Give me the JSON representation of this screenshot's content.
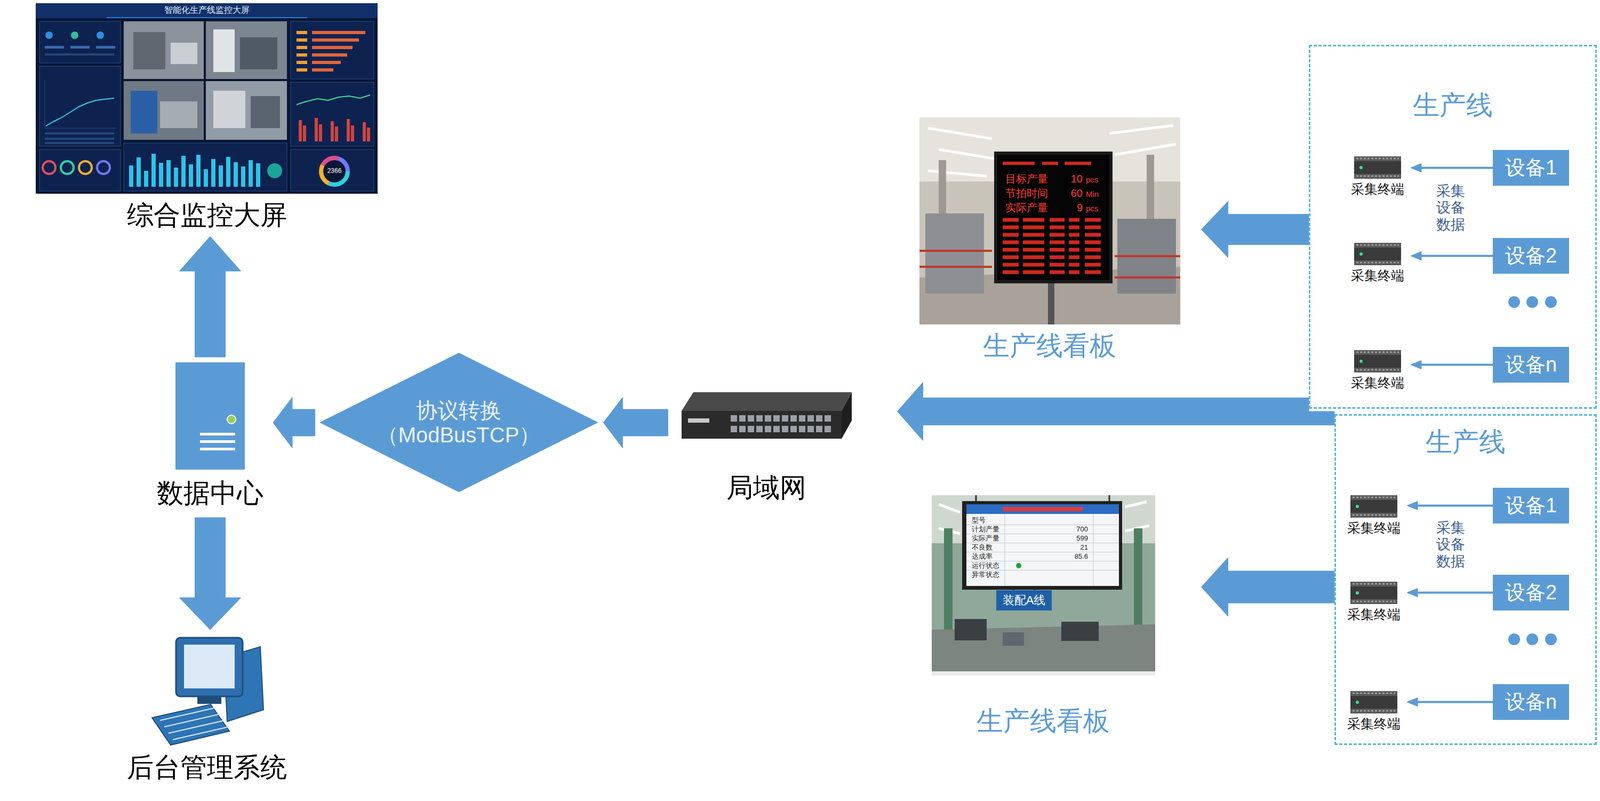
{
  "diagram": {
    "nodes": [
      {
        "text": [
          "综合监控大屏"
        ]
      },
      {
        "text": [
          "数据中心"
        ]
      },
      {
        "text": [
          "后台管理系统"
        ]
      },
      {
        "text": [
          "协议转换 （ModBusTCP）"
        ]
      },
      {
        "text": [
          "局域网"
        ]
      },
      {
        "text": [
          "生产线看板"
        ]
      },
      {
        "text": [
          "生产线看板"
        ]
      },
      {
        "text": [
          "生产线"
        ]
      },
      {
        "text": [
          "采集终端"
        ],
        "in": 7
      },
      {
        "text": [
          "设备1"
        ],
        "in": 7
      },
      {
        "text": [
          "采集终端"
        ],
        "in": 7
      },
      {
        "text": [
          "设备2"
        ],
        "in": 7
      },
      {
        "text": [
          "采集终端"
        ],
        "in": 7
      },
      {
        "text": [
          "设备n"
        ],
        "in": 7
      },
      {
        "text": [
          "生产线"
        ]
      },
      {
        "text": [
          "采集终端"
        ],
        "in": 14
      },
      {
        "text": [
          "设备1"
        ],
        "in": 14
      },
      {
        "text": [
          "采集终端"
        ],
        "in": 14
      },
      {
        "text": [
          "设备2"
        ],
        "in": 14
      },
      {
        "text": [
          "采集终端"
        ],
        "in": 14
      },
      {
        "text": [
          "设备n"
        ],
        "in": 14
      }
    ],
    "edges": [
      {
        "from": 1,
        "to": 0,
        "arrow": "to"
      },
      {
        "from": 1,
        "to": 2,
        "arrow": "to"
      },
      {
        "from": 3,
        "to": 1,
        "arrow": "to"
      },
      {
        "from": 4,
        "to": 3,
        "arrow": "to"
      },
      {
        "from": 7,
        "to": 5,
        "arrow": "to"
      },
      {
        "from": 7,
        "to": 4,
        "arrow": "to"
      },
      {
        "from": 14,
        "to": 4,
        "arrow": "to"
      },
      {
        "from": 14,
        "to": 6,
        "arrow": "to"
      },
      {
        "from": 9,
        "to": 8,
        "arrow": "to"
      },
      {
        "from": 11,
        "to": 10,
        "arrow": "to"
      },
      {
        "from": 13,
        "to": 12,
        "arrow": "to"
      },
      {
        "from": 16,
        "to": 15,
        "arrow": "to"
      },
      {
        "from": 18,
        "to": 17,
        "arrow": "to"
      },
      {
        "from": 20,
        "to": 19,
        "arrow": "to"
      }
    ],
    "labels": [
      "智能化生产线监控大屏",
      "2366",
      "目标产量",
      "10",
      "pcs",
      "节拍时间",
      "60",
      "Min",
      "实际产量",
      "9",
      "pcs",
      "型号",
      "计划产量",
      "700",
      "实际产量",
      "599",
      "不良数",
      "21",
      "达成率",
      "85.6",
      "运行状态",
      "异常状态",
      "装配A线",
      "采集 设备 数据",
      "采集 设备 数据"
    ]
  }
}
